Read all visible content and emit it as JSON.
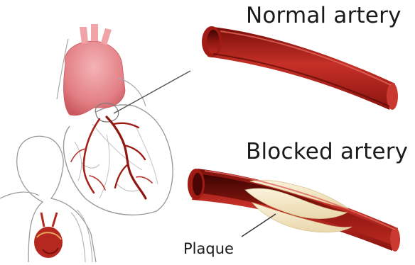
{
  "labels": {
    "normal_artery": "Normal artery",
    "blocked_artery": "Blocked artery",
    "plaque": "Plaque"
  },
  "colors": {
    "artery_dark": "#6e0b08",
    "artery_mid": "#b0231a",
    "artery_light": "#d2433a",
    "plaque": "#f3e7c8",
    "aorta": "#e5888c",
    "outline": "#9a9a9a"
  }
}
